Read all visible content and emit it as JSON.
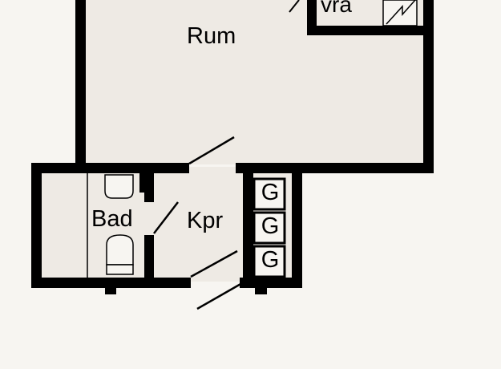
{
  "rooms": {
    "rum": "Rum",
    "fora": "vra",
    "bad": "Bad",
    "kpr": "Kpr"
  },
  "wardrobe_labels": [
    "G",
    "G",
    "G"
  ],
  "colors": {
    "wall": "#000000",
    "floor": "#eeeae4",
    "background": "#f7f5f1",
    "bath_floor": "#eeeae4"
  }
}
